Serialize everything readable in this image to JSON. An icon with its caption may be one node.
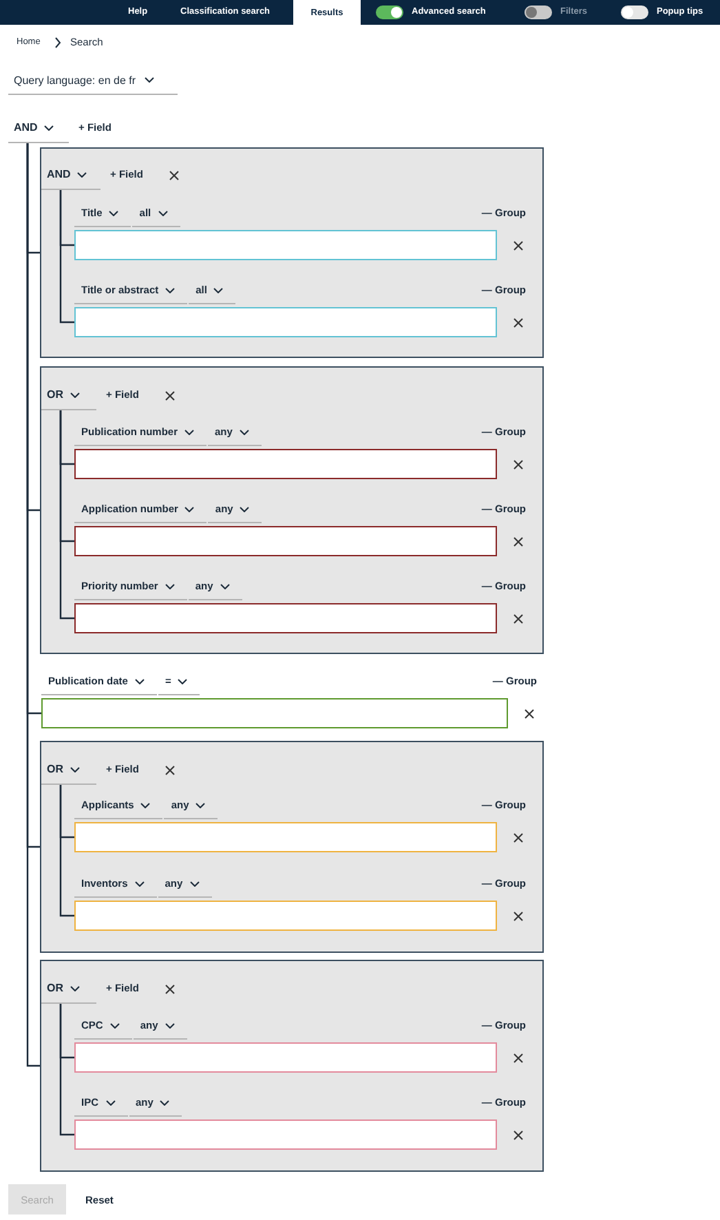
{
  "diagram": {
    "nodes": [
      {
        "text": [
          "AND"
        ]
      },
      {
        "text": [],
        "shape": "box"
      },
      {
        "text": [
          "AND"
        ],
        "in": 1
      },
      {
        "text": [],
        "shape": "box",
        "in": 1,
        "beside": [
          "Title",
          "all",
          "— Group"
        ]
      },
      {
        "text": [],
        "shape": "box",
        "in": 1,
        "beside": [
          "Title or abstract",
          "all",
          "— Group"
        ]
      },
      {
        "text": [],
        "shape": "box"
      },
      {
        "text": [
          "OR"
        ],
        "in": 5
      },
      {
        "text": [],
        "shape": "box",
        "in": 5,
        "beside": [
          "Publication number",
          "any",
          "— Group"
        ]
      },
      {
        "text": [],
        "shape": "box",
        "in": 5,
        "beside": [
          "Application number",
          "any",
          "— Group"
        ]
      },
      {
        "text": [],
        "shape": "box",
        "in": 5,
        "beside": [
          "Priority number",
          "any",
          "— Group"
        ]
      },
      {
        "text": [],
        "shape": "box",
        "beside": [
          "Publication date",
          "=",
          "— Group"
        ]
      },
      {
        "text": [],
        "shape": "box"
      },
      {
        "text": [
          "OR"
        ],
        "in": 11
      },
      {
        "text": [],
        "shape": "box",
        "in": 11,
        "beside": [
          "Applicants",
          "any",
          "— Group"
        ]
      },
      {
        "text": [],
        "shape": "box",
        "in": 11,
        "beside": [
          "Inventors",
          "any",
          "— Group"
        ]
      },
      {
        "text": [],
        "shape": "box"
      },
      {
        "text": [
          "OR"
        ],
        "in": 15
      },
      {
        "text": [],
        "shape": "box",
        "in": 15,
        "beside": [
          "CPC",
          "any",
          "— Group"
        ]
      },
      {
        "text": [],
        "shape": "box",
        "in": 15,
        "beside": [
          "IPC",
          "any",
          "— Group"
        ]
      }
    ],
    "edges": [
      {
        "from": 0,
        "to": 1,
        "arrow": "none"
      },
      {
        "from": 0,
        "to": 5,
        "arrow": "none"
      },
      {
        "from": 0,
        "to": 10,
        "arrow": "none"
      },
      {
        "from": 0,
        "to": 11,
        "arrow": "none"
      },
      {
        "from": 0,
        "to": 15,
        "arrow": "none"
      },
      {
        "from": 2,
        "to": 3,
        "arrow": "none"
      },
      {
        "from": 2,
        "to": 4,
        "arrow": "none"
      },
      {
        "from": 6,
        "to": 7,
        "arrow": "none"
      },
      {
        "from": 6,
        "to": 8,
        "arrow": "none"
      },
      {
        "from": 6,
        "to": 9,
        "arrow": "none"
      },
      {
        "from": 12,
        "to": 13,
        "arrow": "none"
      },
      {
        "from": 12,
        "to": 14,
        "arrow": "none"
      },
      {
        "from": 16,
        "to": 17,
        "arrow": "none"
      },
      {
        "from": 16,
        "to": 18,
        "arrow": "none"
      }
    ],
    "labels": [
      "Help",
      "Classification search",
      "Results",
      "Advanced search",
      "Filters",
      "Popup tips",
      "Home",
      "Search",
      "Query language: en de fr",
      "+ Field",
      "+ Field",
      "+ Field",
      "+ Field",
      "+ Field",
      "Search",
      "Reset"
    ]
  }
}
